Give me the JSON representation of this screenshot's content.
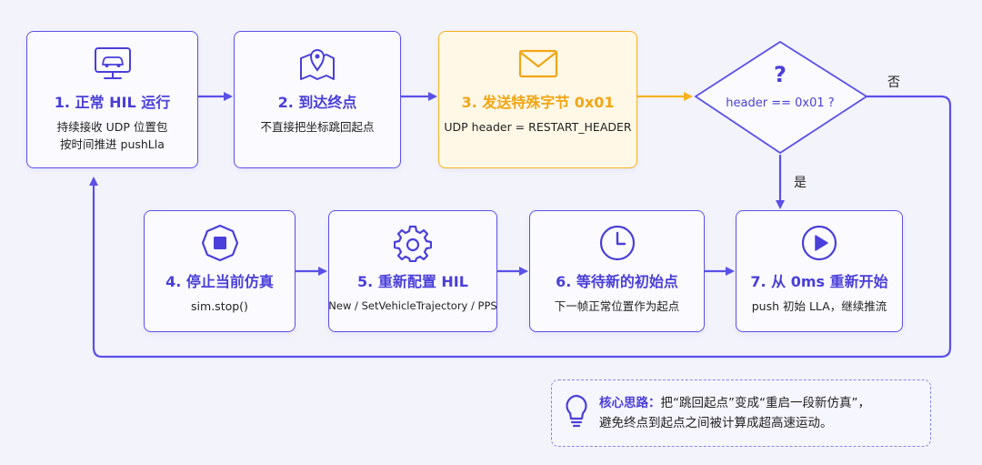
{
  "nodes": [
    {
      "id": "n1",
      "title": "1. 正常 HIL 运行",
      "desc": [
        "持续接收 UDP 位置包",
        "按时间推进 pushLla"
      ],
      "icon": "monitor-car-icon"
    },
    {
      "id": "n2",
      "title": "2. 到达终点",
      "desc": [
        "不直接把坐标跳回起点"
      ],
      "icon": "map-pin-icon"
    },
    {
      "id": "n3",
      "title": "3. 发送特殊字节 0x01",
      "desc": [
        "UDP header = RESTART_HEADER"
      ],
      "icon": "envelope-icon"
    },
    {
      "id": "n4",
      "title": "4. 停止当前仿真",
      "desc": [
        "sim.stop()"
      ],
      "icon": "stop-icon"
    },
    {
      "id": "n5",
      "title": "5. 重新配置 HIL",
      "desc": [
        "New / SetVehicleTrajectory / PPS"
      ],
      "icon": "gear-icon"
    },
    {
      "id": "n6",
      "title": "6. 等待新的初始点",
      "desc": [
        "下一帧正常位置作为起点"
      ],
      "icon": "clock-icon"
    },
    {
      "id": "n7",
      "title": "7. 从 0ms 重新开始",
      "desc": [
        "push 初始 LLA，继续推流"
      ],
      "icon": "play-icon"
    }
  ],
  "decision": {
    "symbol": "?",
    "text": "header == 0x01 ?",
    "yes_label": "是",
    "no_label": "否"
  },
  "note": {
    "key": "核心思路：",
    "line1": "把“跳回起点”变成“重启一段新仿真”，",
    "line2": "避免终点到起点之间被计算成超高速运动。",
    "icon": "lightbulb-icon"
  },
  "colors": {
    "accent": "#4a3fd9",
    "highlight": "#f5b320",
    "background": "#f3f3fc"
  }
}
